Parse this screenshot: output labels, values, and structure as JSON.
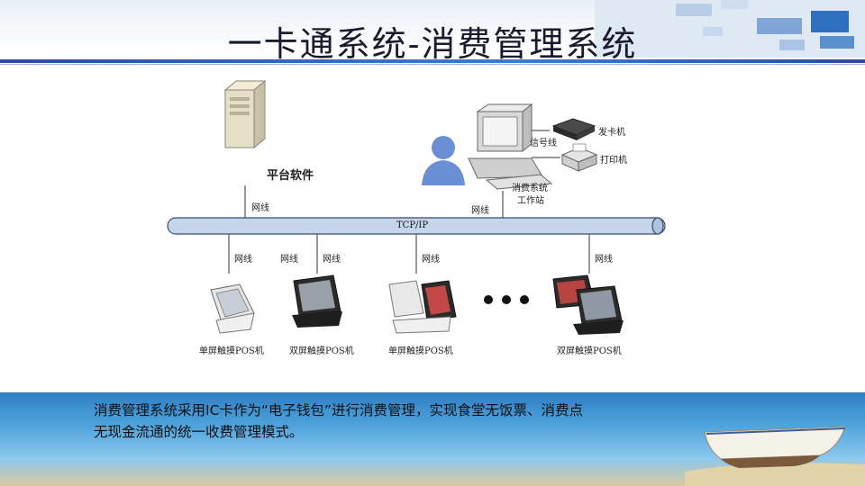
{
  "title": "一卡通系统-消费管理系统",
  "diagram": {
    "server_label": "平台软件",
    "bus_label": "TCP/IP",
    "cable_label": "网线",
    "signal_label": "信号线",
    "card_issuer_label": "发卡机",
    "printer_label": "打印机",
    "workstation_label_line1": "消费系统",
    "workstation_label_line2": "工作站",
    "pos_labels": [
      "单屏触摸POS机",
      "双屏触摸POS机",
      "单屏触摸POS机",
      "双屏触摸POS机"
    ]
  },
  "caption": {
    "line1": "消费管理系统采用IC卡作为“电子钱包”进行消费管理，实现食堂无饭票、消费点",
    "line2": "无现金流通的统一收费管理模式。"
  },
  "colors": {
    "accent": "#2b4aa0",
    "bus_fill": "#c5d6ea"
  }
}
